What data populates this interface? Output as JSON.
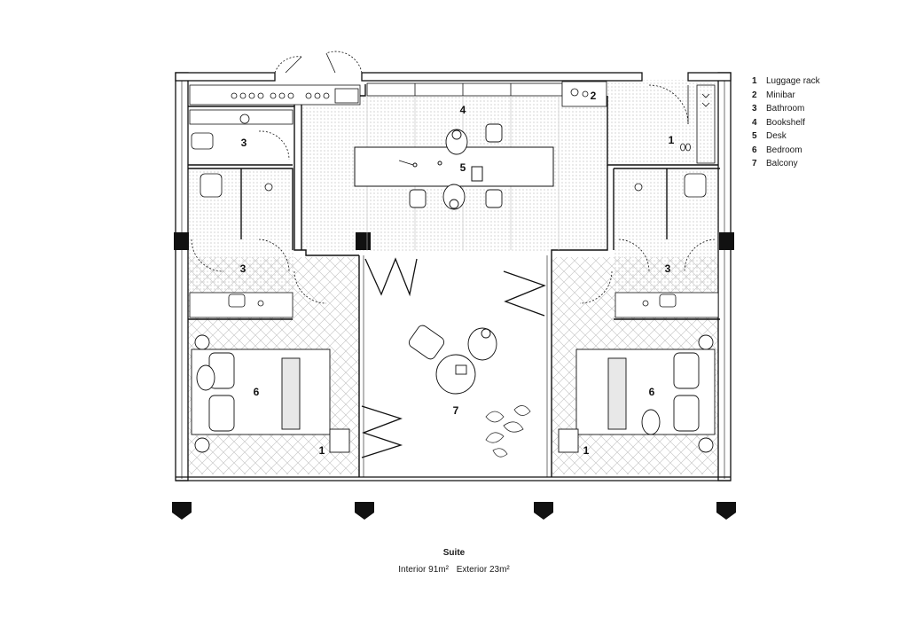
{
  "legend": [
    {
      "num": "1",
      "label": "Luggage rack"
    },
    {
      "num": "2",
      "label": "Minibar"
    },
    {
      "num": "3",
      "label": "Bathroom"
    },
    {
      "num": "4",
      "label": "Bookshelf"
    },
    {
      "num": "5",
      "label": "Desk"
    },
    {
      "num": "6",
      "label": "Bedroom"
    },
    {
      "num": "7",
      "label": "Balcony"
    }
  ],
  "room_markers": {
    "minibar": "2",
    "bookshelf": "4",
    "desk": "5",
    "luggage_top_right": "1",
    "luggage_left": "1",
    "luggage_right": "1",
    "bath_top_left": "3",
    "bath_left": "3",
    "bath_right": "3",
    "bedroom_left": "6",
    "bedroom_right": "6",
    "balcony": "7"
  },
  "caption": {
    "title": "Suite",
    "interior": "Interior 91m²",
    "exterior": "Exterior 23m²"
  }
}
